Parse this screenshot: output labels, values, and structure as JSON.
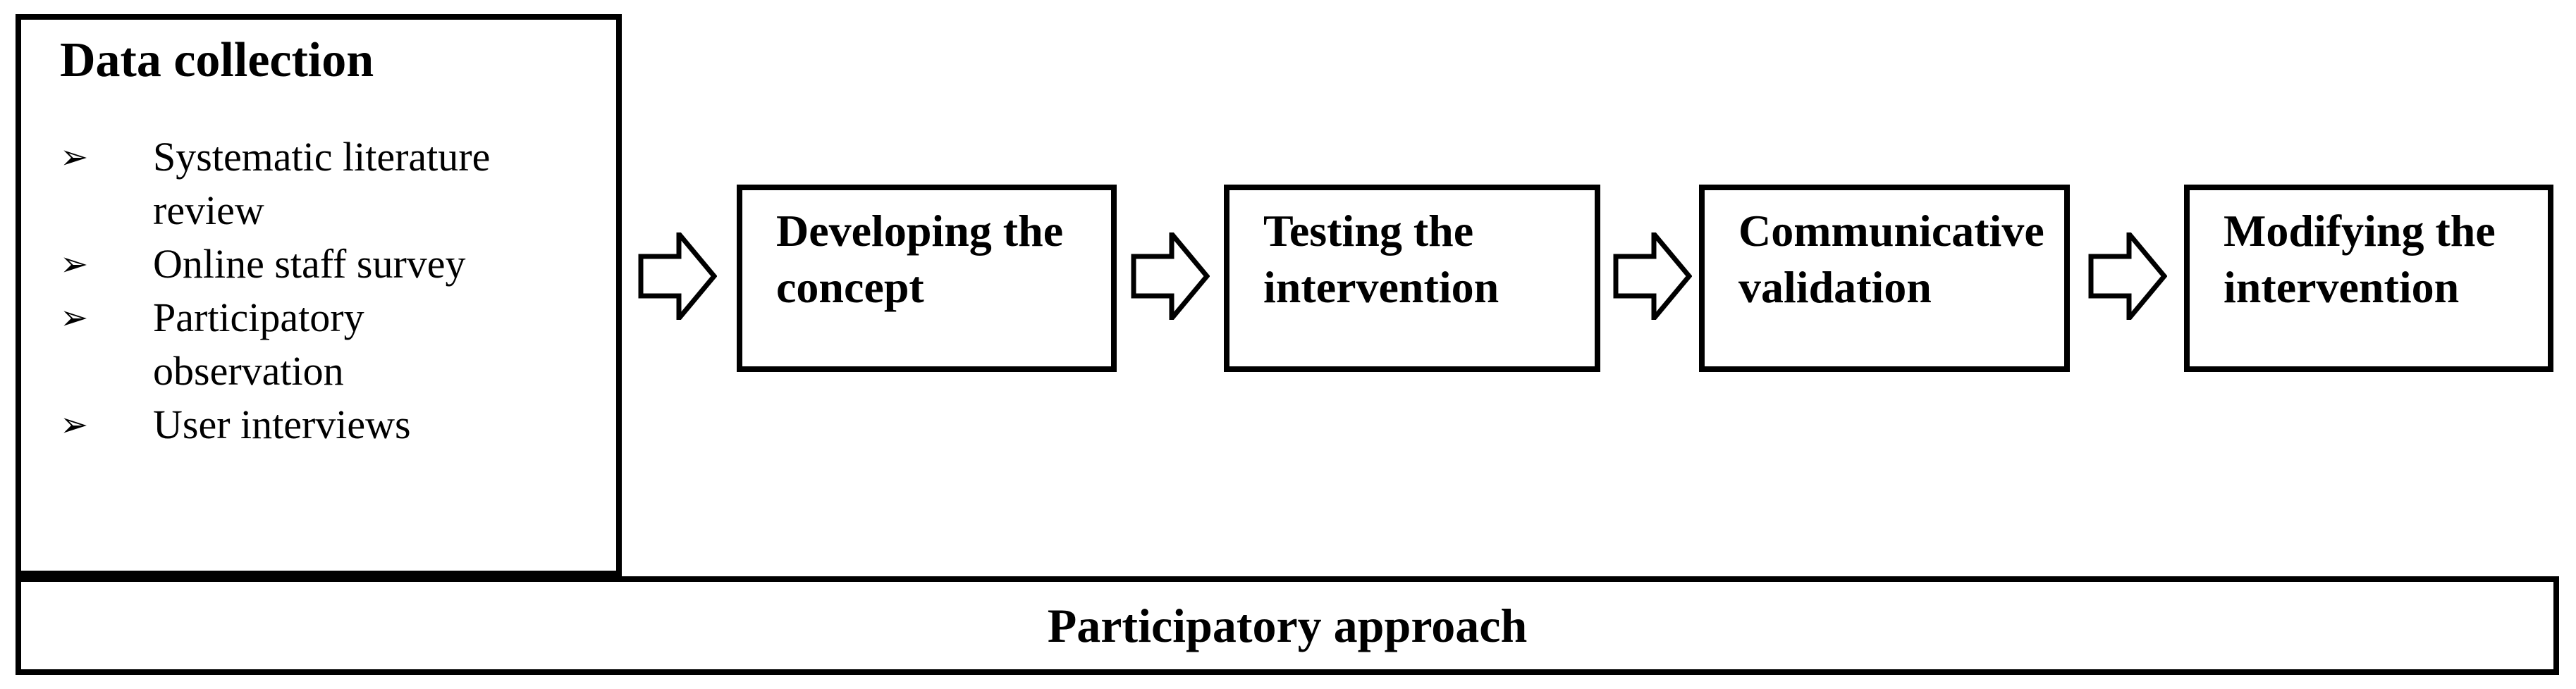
{
  "figure": {
    "colors": {
      "background": "#ffffff",
      "line": "#000000",
      "text": "#000000"
    },
    "data_collection": {
      "title": "Data collection",
      "bullet_glyph": "➢",
      "items": [
        "Systematic literature review",
        "Online staff survey",
        "Participatory observation",
        "User interviews"
      ]
    },
    "steps": [
      {
        "label": "Developing the concept"
      },
      {
        "label": "Testing the intervention"
      },
      {
        "label": "Communicative validation"
      },
      {
        "label": "Modifying the intervention"
      }
    ],
    "connector_icon": "block-arrow-right",
    "bottom_bar": {
      "label": "Participatory approach"
    }
  }
}
